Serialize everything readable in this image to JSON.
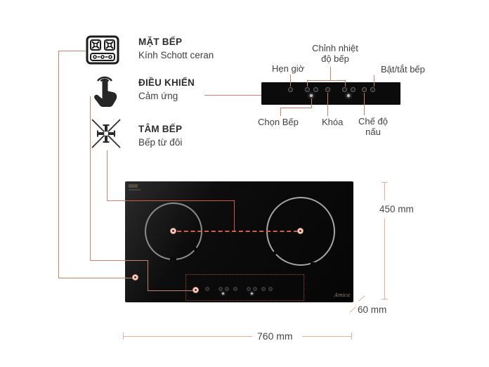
{
  "product": {
    "brand": "Amica"
  },
  "features": [
    {
      "icon": "cooktop-surface-icon",
      "title": "MẶT BẾP",
      "subtitle": "Kính Schott ceran"
    },
    {
      "icon": "touch-control-icon",
      "title": "ĐIỀU KHIỂN",
      "subtitle": "Cảm ứng"
    },
    {
      "icon": "burner-center-icon",
      "title": "TÂM BẾP",
      "subtitle": "Bếp từ đôi"
    }
  ],
  "control_labels": {
    "timer": "Hẹn giờ",
    "temp_line1": "Chỉnh nhiệt",
    "temp_line2": "độ bếp",
    "power": "Bật/tắt bếp",
    "select_burner": "Chọn Bếp",
    "lock": "Khóa",
    "mode_line1": "Chế độ",
    "mode_line2": "nấu"
  },
  "dimensions": {
    "width_label": "760 mm",
    "height_label": "450 mm",
    "thickness_label": "60 mm"
  },
  "colors": {
    "connector": "#c4846f",
    "connector_bright": "#cf5a3c",
    "dimension_line": "#e9ac9f",
    "dashed_center": "#cf6148",
    "cooktop_black": "#0b0b0b"
  }
}
